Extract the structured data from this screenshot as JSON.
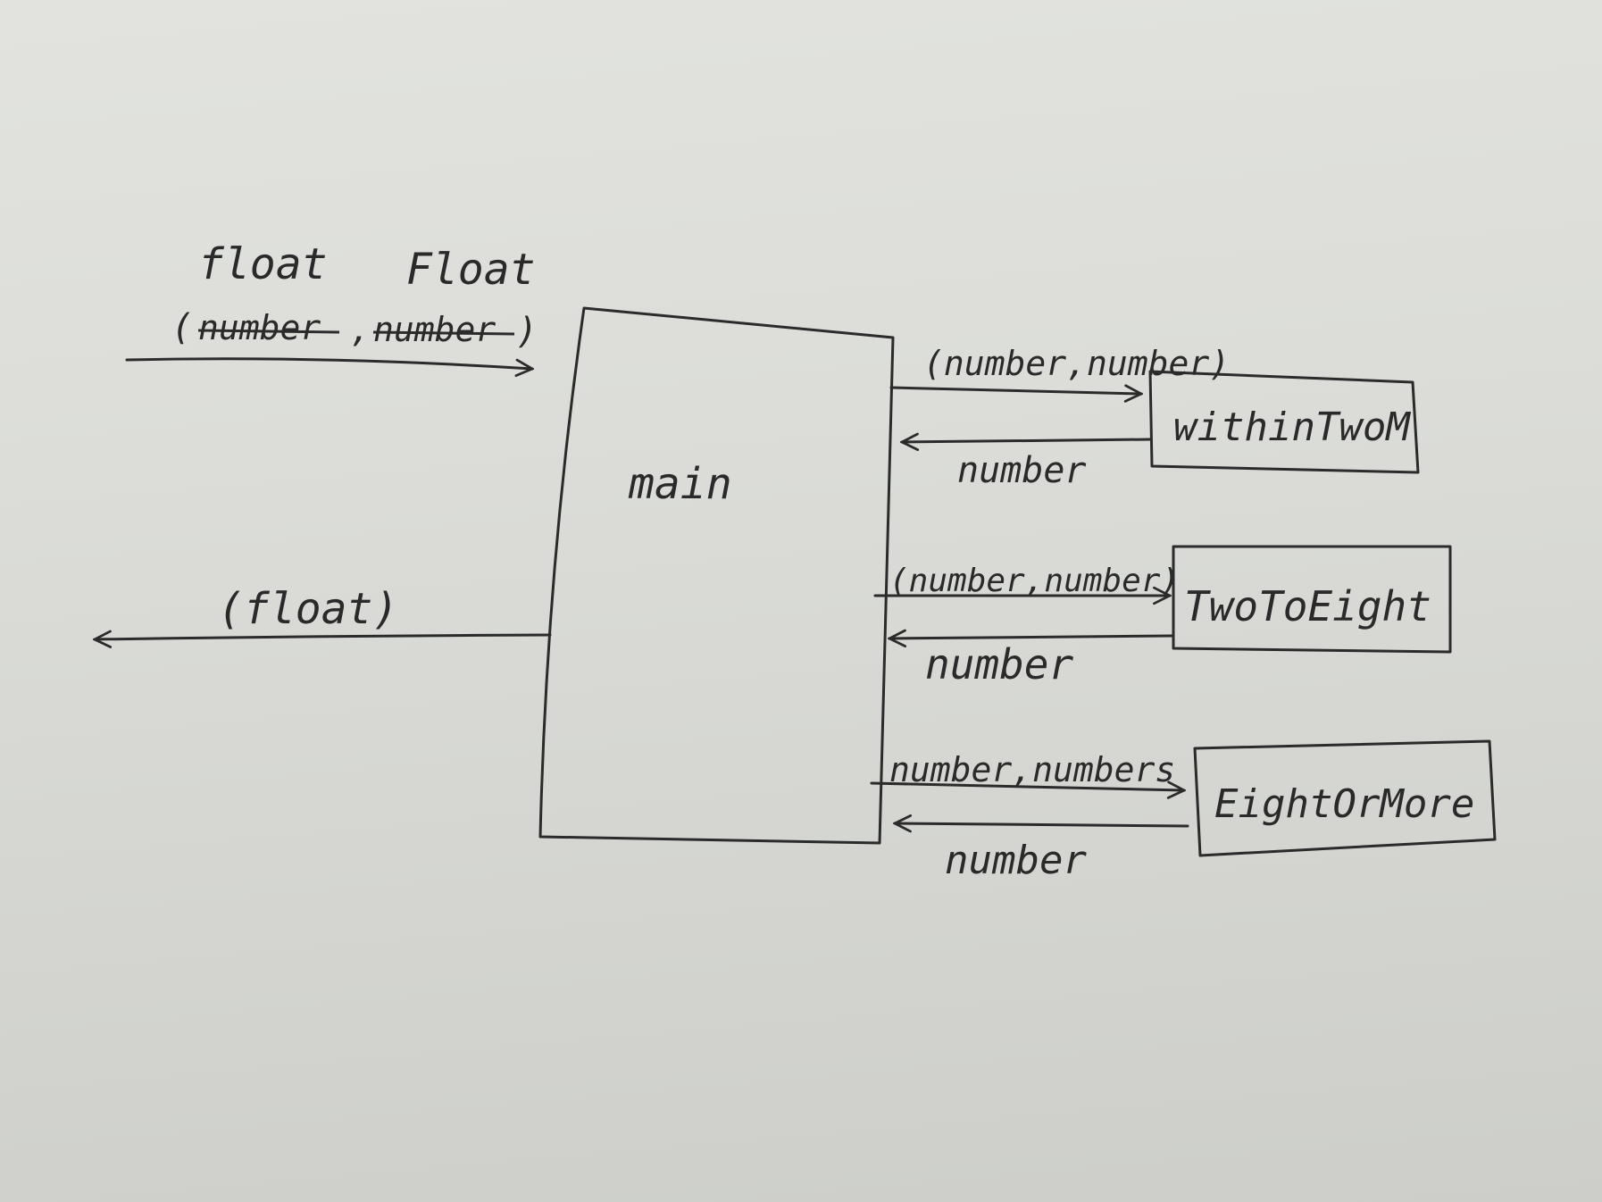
{
  "input": {
    "types": [
      "float",
      "Float"
    ],
    "params": [
      "number",
      "number"
    ]
  },
  "output": {
    "label": "(float)"
  },
  "main": {
    "label": "main"
  },
  "modules": [
    {
      "name": "withinTwoM",
      "send": "(number,number)",
      "receive": "number"
    },
    {
      "name": "TwoToEight",
      "send": "(number,number)",
      "receive": "number"
    },
    {
      "name": "EightOrMore",
      "send": "number,numbers",
      "receive": "number"
    }
  ],
  "colors": {
    "ink": "#2b2b2b",
    "paper": "#dcddd9"
  }
}
